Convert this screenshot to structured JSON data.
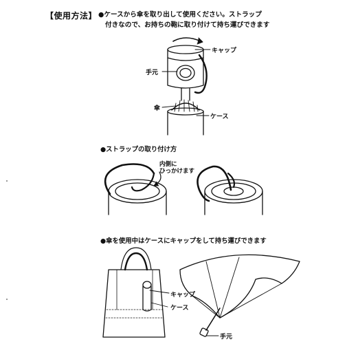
{
  "heading": "【使用方法】",
  "intro": {
    "line1": "●ケースから傘を取り出して使用ください。ストラップ",
    "line2": "付きなので、お持ちの鞄に取り付けて持ち運びできます"
  },
  "figure1": {
    "cap_label": "キャップ",
    "handle_label": "手元",
    "umbrella_label": "傘",
    "case_label": "ケース"
  },
  "section2": {
    "title": "●ストラップの取り付け方",
    "note_line1": "内側に",
    "note_line2": "ひっかけます"
  },
  "section3": {
    "title": "●傘を使用中はケースにキャップをして持ち運びできます",
    "cap_label": "キャップ",
    "case_label": "ケース",
    "handle_label": "手元"
  }
}
